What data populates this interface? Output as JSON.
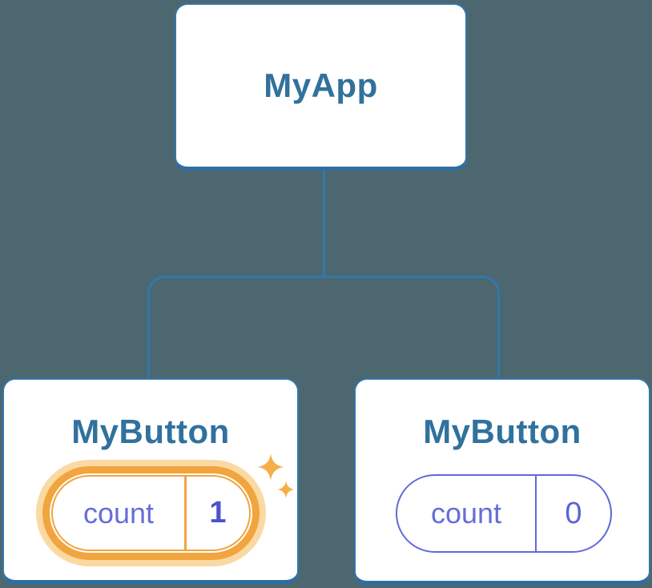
{
  "colors": {
    "background": "#4d6770",
    "node_border_blue": "#3377a9",
    "node_border_bottom_blue": "#2f6da1",
    "node_label_blue": "#31719d",
    "state_indigo": "#666dd9",
    "state_value_indigo_bold": "#4b52cf",
    "highlight_orange": "#f2a43e",
    "highlight_glow": "#fbd9a3",
    "sparkle_orange": "#f5ae49"
  },
  "tree": {
    "root": {
      "label": "MyApp"
    },
    "children": [
      {
        "label": "MyButton",
        "state": {
          "key": "count",
          "value": "1"
        },
        "highlighted": true
      },
      {
        "label": "MyButton",
        "state": {
          "key": "count",
          "value": "0"
        },
        "highlighted": false
      }
    ]
  }
}
